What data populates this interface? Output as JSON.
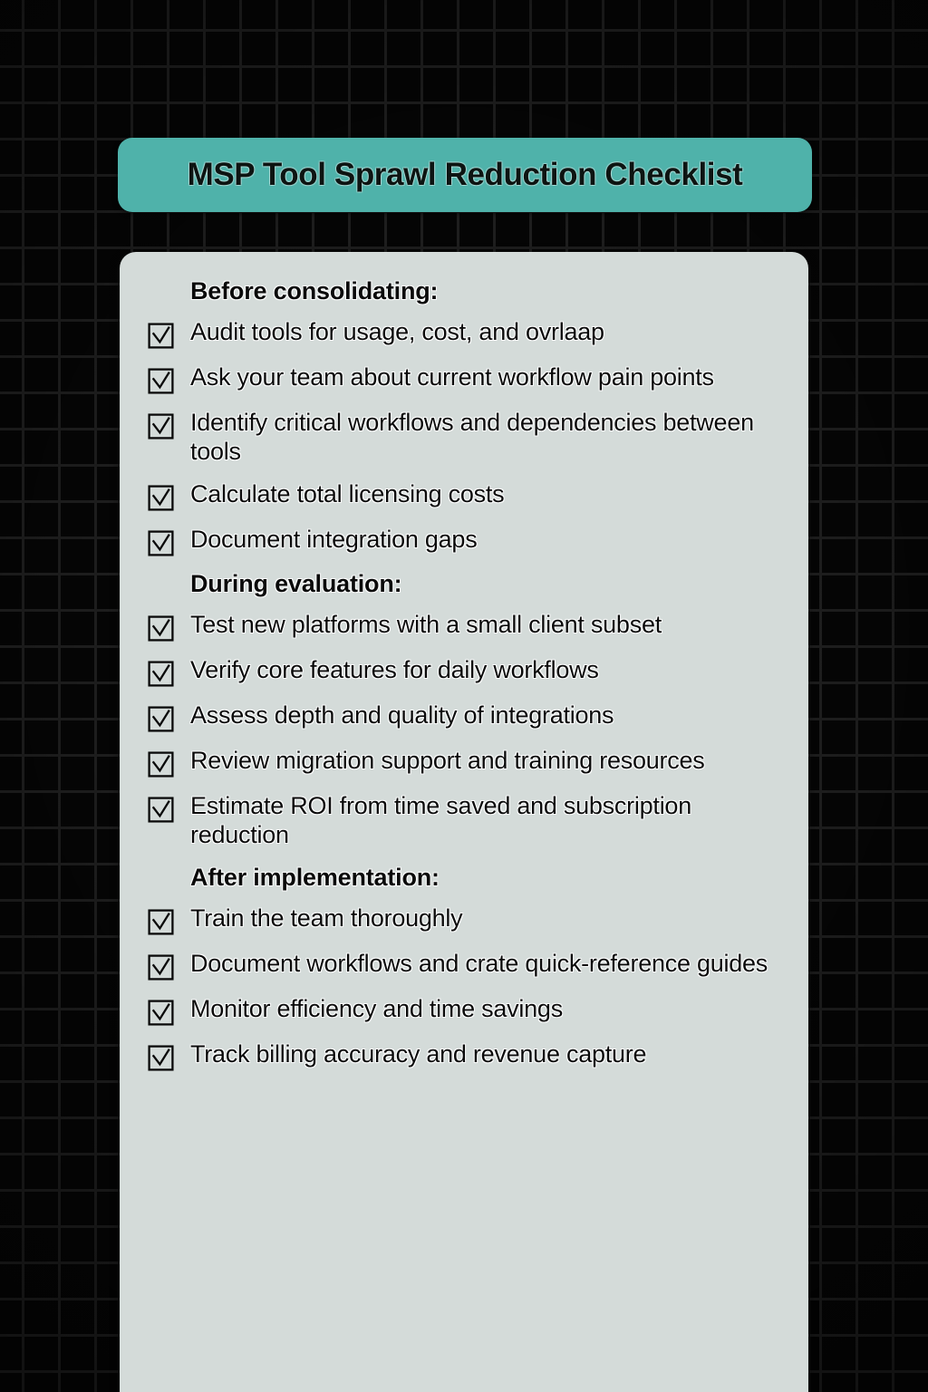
{
  "colors": {
    "background": "#050505",
    "grid_line": "#1e1e1e",
    "banner_teal": "#4fb2aa",
    "card_surface": "#d4dbd9",
    "text_dark": "#0a0a0a"
  },
  "header": {
    "title": "MSP Tool Sprawl Reduction Checklist"
  },
  "checkbox_icon": "ballot-box-with-check",
  "sections": [
    {
      "heading": "Before consolidating:",
      "items": [
        {
          "label": "Audit tools for usage, cost, and ovrlaap",
          "checked": true
        },
        {
          "label": "Ask your team about current workflow pain points",
          "checked": true
        },
        {
          "label": "Identify critical workflows and dependencies between tools",
          "checked": true
        },
        {
          "label": "Calculate total licensing costs",
          "checked": true
        },
        {
          "label": "Document integration gaps",
          "checked": true
        }
      ]
    },
    {
      "heading": "During evaluation:",
      "items": [
        {
          "label": "Test new platforms with a small client subset",
          "checked": true
        },
        {
          "label": "Verify core features for daily workflows",
          "checked": true
        },
        {
          "label": "Assess depth and quality of integrations",
          "checked": true
        },
        {
          "label": "Review migration support and training resources",
          "checked": true
        },
        {
          "label": "Estimate ROI from time saved and subscription reduction",
          "checked": true
        }
      ]
    },
    {
      "heading": "After implementation:",
      "items": [
        {
          "label": "Train the team thoroughly",
          "checked": true
        },
        {
          "label": "Document workflows and crate quick-reference guides",
          "checked": true
        },
        {
          "label": "Monitor efficiency and time savings",
          "checked": true
        },
        {
          "label": "Track billing accuracy and revenue capture",
          "checked": true
        }
      ]
    }
  ]
}
